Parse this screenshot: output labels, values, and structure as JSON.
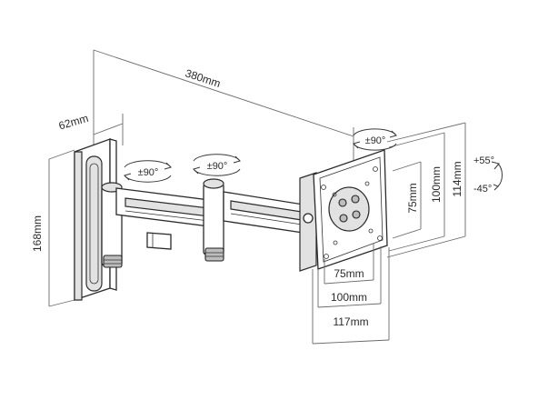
{
  "dimensions": {
    "arm_length": "380mm",
    "wall_plate_width": "62mm",
    "wall_plate_height": "168mm",
    "vesa_h_small": "75mm",
    "vesa_h_medium": "100mm",
    "plate_width": "117mm",
    "vesa_v_small": "75mm",
    "vesa_v_medium": "100mm",
    "plate_height": "114mm"
  },
  "rotations": {
    "wall_joint": "±90°",
    "elbow_joint": "±90°",
    "head_swivel": "±90°",
    "tilt_up": "+55°",
    "tilt_down": "-45°"
  }
}
